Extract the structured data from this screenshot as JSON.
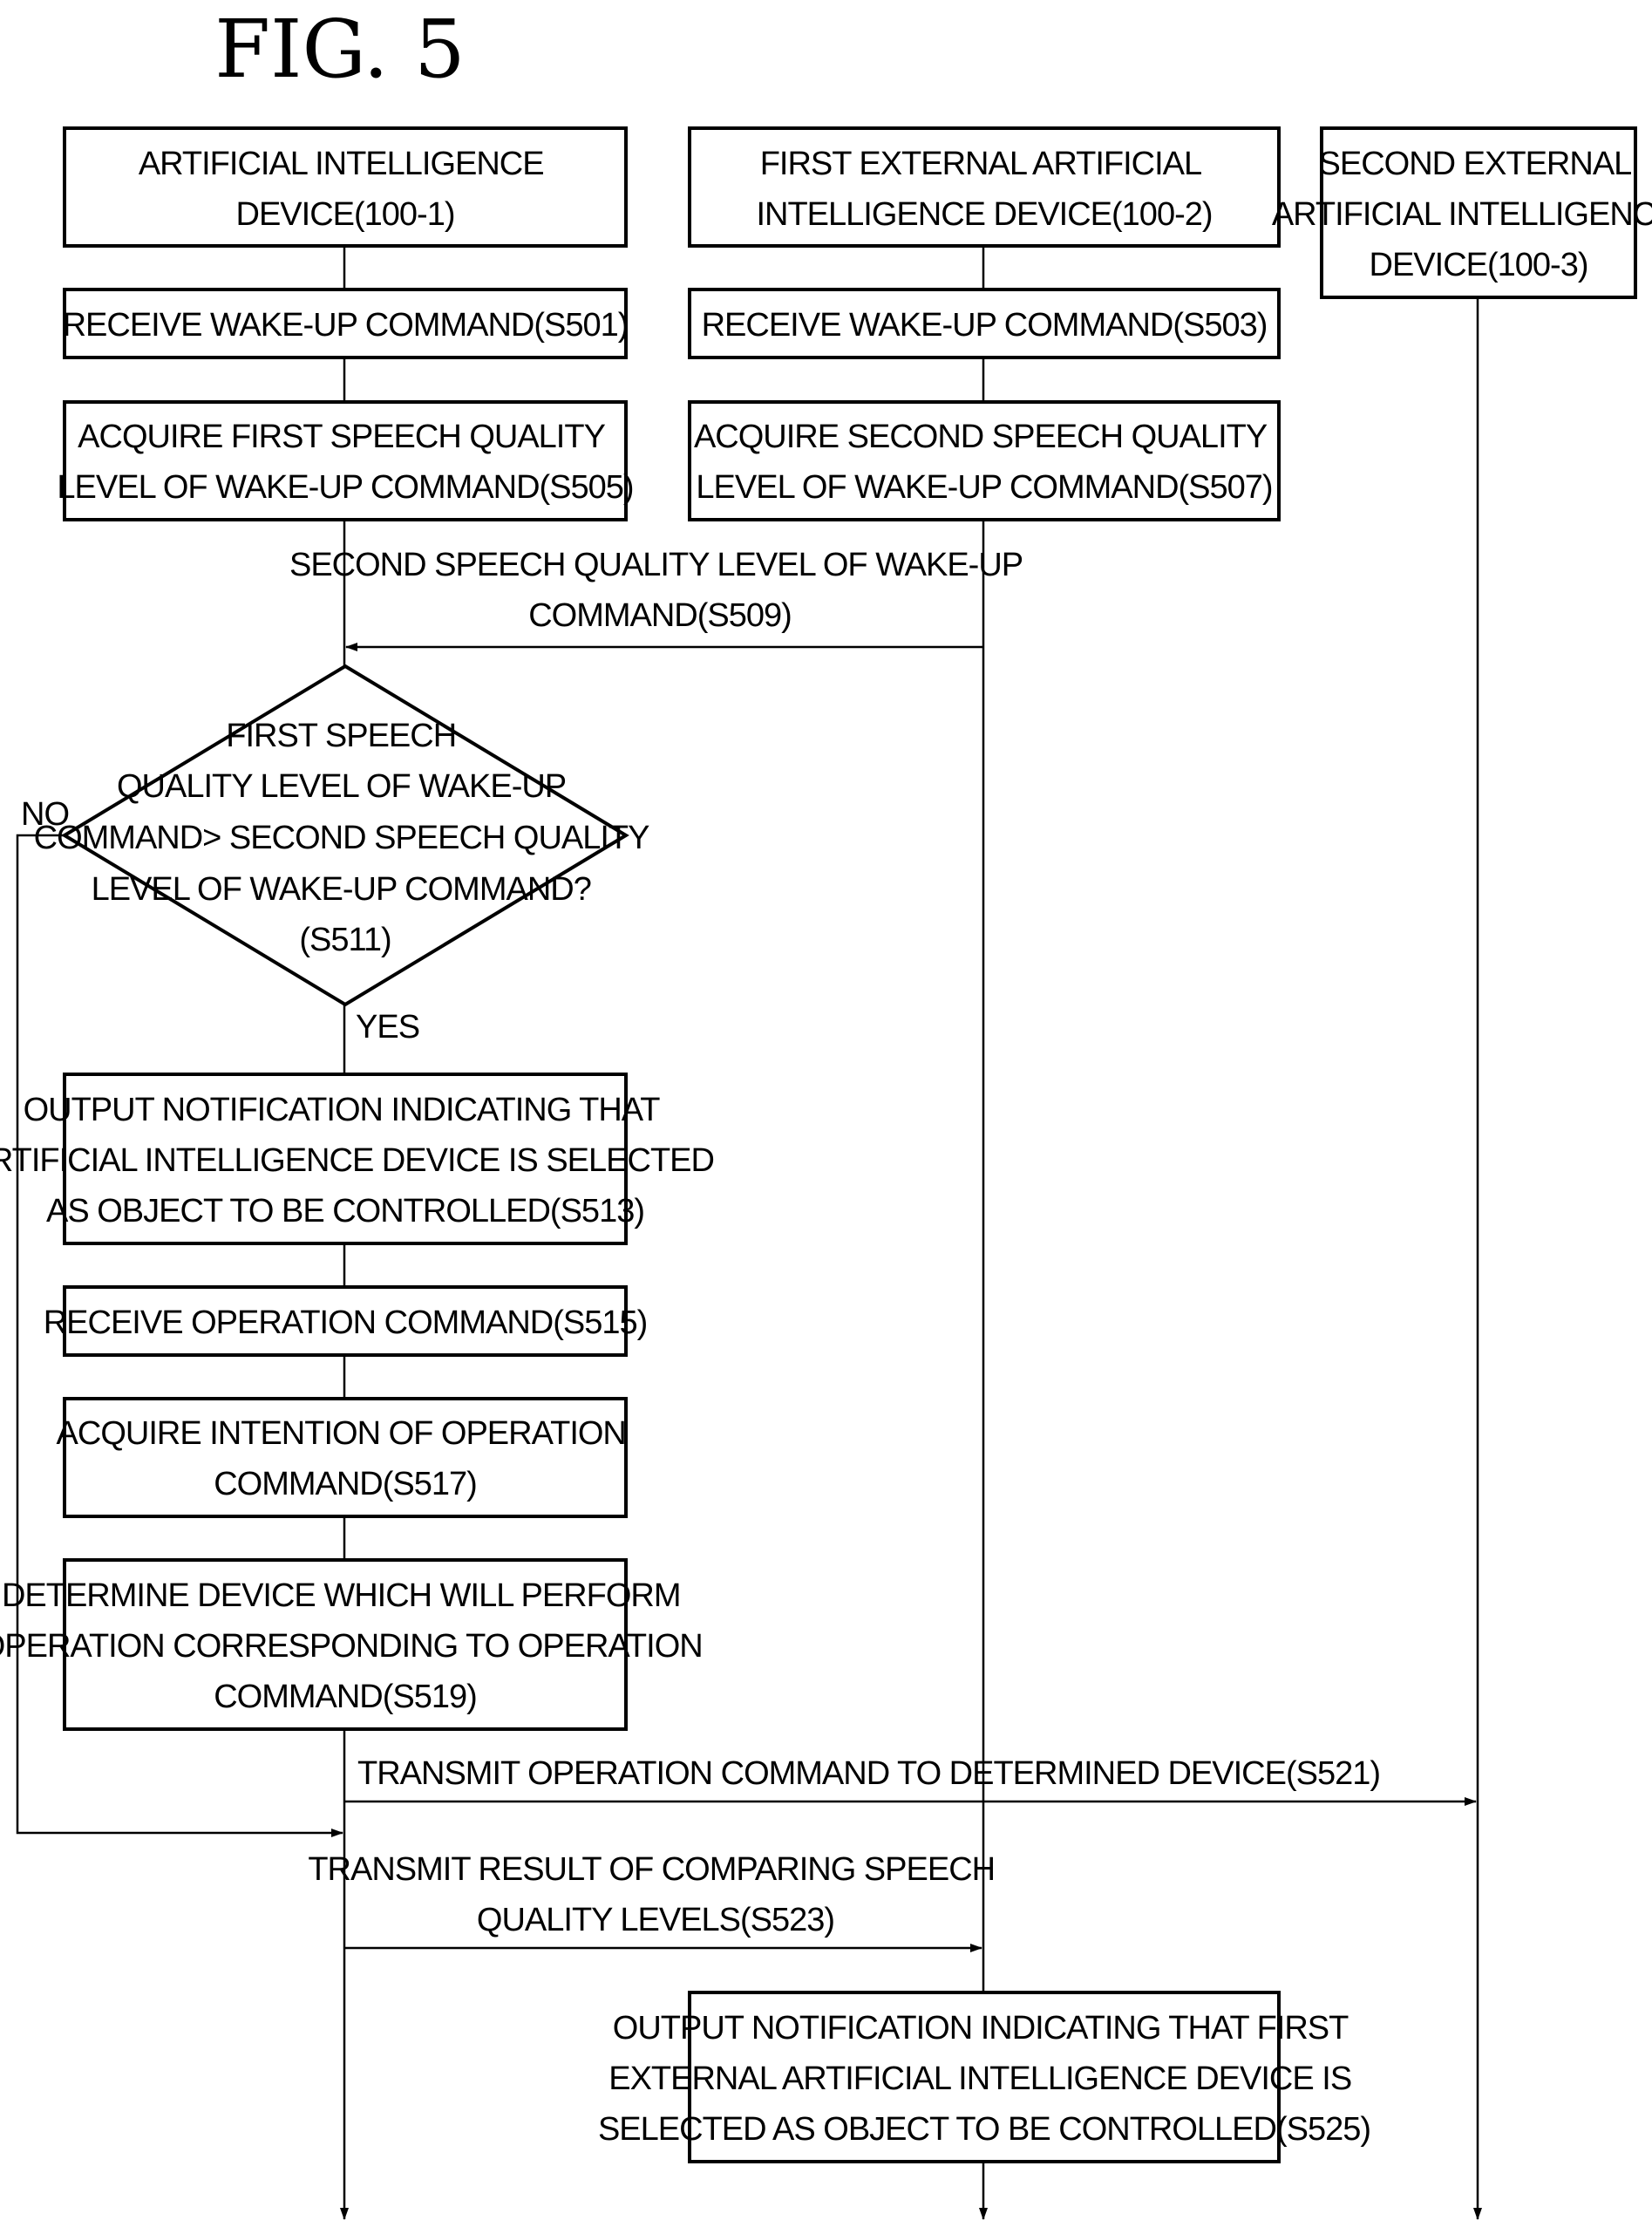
{
  "figure": {
    "title": "FIG. 5"
  },
  "lanes": {
    "device1": [
      "ARTIFICIAL INTELLIGENCE",
      "DEVICE(100-1)"
    ],
    "device2": [
      "FIRST EXTERNAL ARTIFICIAL",
      "INTELLIGENCE DEVICE(100-2)"
    ],
    "device3": [
      "SECOND EXTERNAL",
      "ARTIFICIAL INTELLIGENCE",
      "DEVICE(100-3)"
    ]
  },
  "steps": {
    "s501": [
      "RECEIVE WAKE-UP COMMAND(S501)"
    ],
    "s503": [
      "RECEIVE WAKE-UP COMMAND(S503)"
    ],
    "s505": [
      "ACQUIRE FIRST SPEECH QUALITY",
      "LEVEL OF WAKE-UP COMMAND(S505)"
    ],
    "s507": [
      "ACQUIRE SECOND SPEECH QUALITY",
      "LEVEL OF WAKE-UP COMMAND(S507)"
    ],
    "s513": [
      "OUTPUT NOTIFICATION INDICATING THAT",
      "ARTIFICIAL INTELLIGENCE DEVICE IS SELECTED",
      "AS OBJECT TO BE CONTROLLED(S513)"
    ],
    "s515": [
      "RECEIVE OPERATION COMMAND(S515)"
    ],
    "s517": [
      "ACQUIRE INTENTION OF OPERATION",
      "COMMAND(S517)"
    ],
    "s519": [
      "DETERMINE DEVICE WHICH WILL PERFORM",
      "OPERATION CORRESPONDING TO OPERATION",
      "COMMAND(S519)"
    ],
    "s525": [
      "OUTPUT NOTIFICATION INDICATING THAT FIRST",
      "EXTERNAL ARTIFICIAL INTELLIGENCE DEVICE IS",
      "SELECTED AS OBJECT TO BE CONTROLLED(S525)"
    ]
  },
  "decision": {
    "s511": [
      "FIRST SPEECH",
      "QUALITY LEVEL OF WAKE-UP",
      "COMMAND> SECOND SPEECH QUALITY",
      "LEVEL OF WAKE-UP COMMAND?",
      "(S511)"
    ],
    "no_label": "NO",
    "yes_label": "YES"
  },
  "messages": {
    "s509": [
      "SECOND SPEECH QUALITY LEVEL OF WAKE-UP",
      "COMMAND(S509)"
    ],
    "s521": [
      "TRANSMIT OPERATION COMMAND TO DETERMINED DEVICE(S521)"
    ],
    "s523": [
      "TRANSMIT RESULT OF COMPARING SPEECH",
      "QUALITY LEVELS(S523)"
    ]
  }
}
